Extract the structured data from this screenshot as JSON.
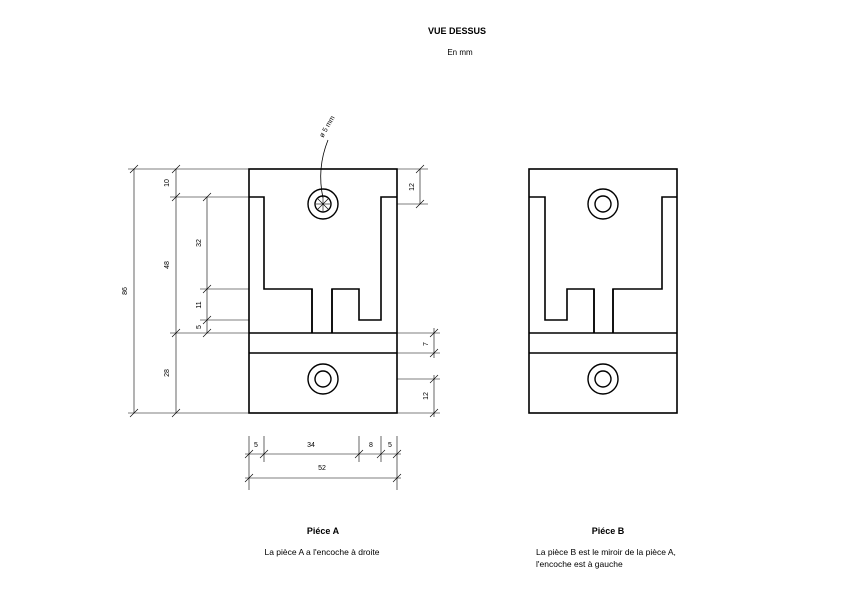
{
  "header": {
    "title": "VUE DESSUS",
    "units": "En mm"
  },
  "annotations": {
    "hole_diameter": "ø 5 mm"
  },
  "dimensions": {
    "vertical_left": {
      "total": "86",
      "d10": "10",
      "d48": "48",
      "d28": "28",
      "d32": "32",
      "d11": "11",
      "d5": "5"
    },
    "vertical_right": {
      "d12_top": "12",
      "d7": "7",
      "d12_bottom": "12"
    },
    "horizontal": {
      "d5_left": "5",
      "d34": "34",
      "d8": "8",
      "d5_right": "5",
      "total": "52"
    }
  },
  "pieces": [
    {
      "title": "Piéce A",
      "description_lines": [
        "La pièce A a l'encoche à droite"
      ]
    },
    {
      "title": "Piéce B",
      "description_lines": [
        "La pièce B est le miroir de la pièce A,",
        "l'encoche est à gauche"
      ]
    }
  ]
}
